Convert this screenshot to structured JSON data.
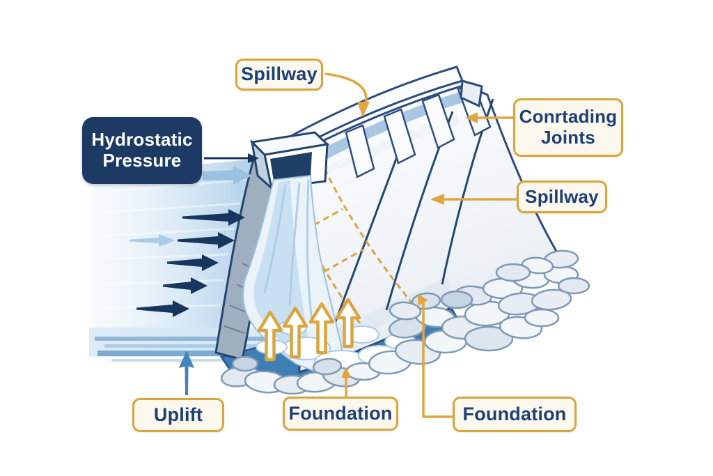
{
  "labels": {
    "spillway_top": "Spillway",
    "hydrostatic": "Hydrostatic Pressure",
    "joints": "Conrtading Joints",
    "spillway_right": "Spillway",
    "uplift": "Uplift",
    "foundation_mid": "Foundation",
    "foundation_right": "Foundation"
  },
  "colors": {
    "label_text": "#1C4076",
    "label_border": "#D9A43C",
    "label_bg": "#FCF8EE",
    "dark_box_bg": "#1C3A64",
    "dark_box_text": "#FFFFFF",
    "pressure_arrow": "#17365E",
    "pressure_arrow_light": "#A9CDE8",
    "gold_leader": "#D9A53F",
    "water_light": "#BDD9F0",
    "dam_outline": "#2D4B7E",
    "uplift_pointer": "#4583BA"
  }
}
